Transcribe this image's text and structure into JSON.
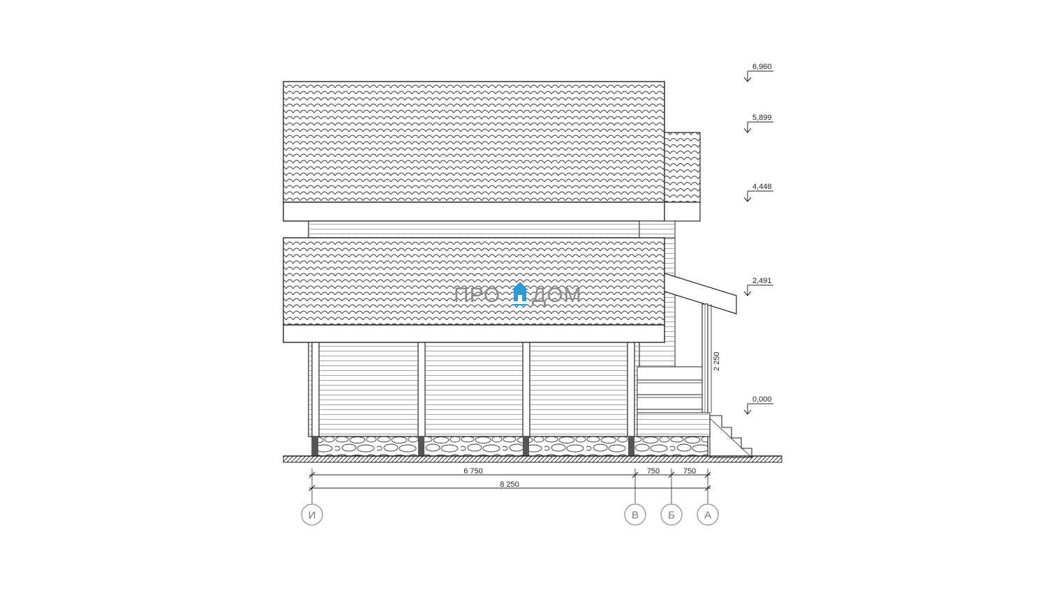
{
  "watermark": {
    "left": "ПРО",
    "right": "ДОМ",
    "icon": "house-icon",
    "accent": "#2b9bd8"
  },
  "levels": [
    "6,960",
    "5,899",
    "4,448",
    "2,491",
    "0,000"
  ],
  "dimensions": {
    "bottom_row1": [
      "6 750",
      "750",
      "750"
    ],
    "bottom_total": "8 250",
    "vertical_porch": "2 250"
  },
  "axes": [
    "И",
    "В",
    "Б",
    "А"
  ],
  "colors": {
    "line": "#222222",
    "siding": "#9a9a9a",
    "axis_circle": "#888888"
  }
}
